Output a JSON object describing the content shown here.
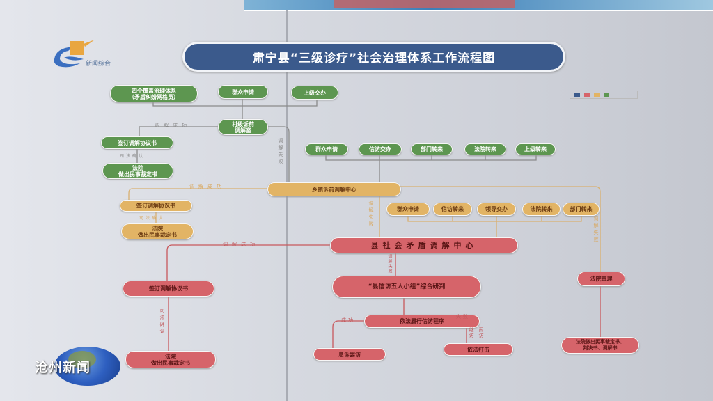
{
  "title": "肃宁县“三级诊疗”社会治理体系工作流程图",
  "channel_logo": "新闻综合",
  "program_logo": "沧州新闻",
  "colors": {
    "green": "#5d9650",
    "orange": "#e2b465",
    "red": "#d6646a",
    "title_blue": "#3b5a8c"
  },
  "village": {
    "sources": [
      "四个覆盖治理体系\n（矛盾纠纷网格员）",
      "群众申请",
      "上级交办"
    ],
    "center": "村级诉前\n调解室",
    "agreement": "签订调解协议书",
    "court": "法院\n做出民事裁定书",
    "success": "调解成功",
    "confirm": "司法确认",
    "fail": "调解失败"
  },
  "town": {
    "sources": [
      "群众申请",
      "信访交办",
      "部门转来",
      "法院转来",
      "上级转来"
    ],
    "center": "乡镇诉前调解中心",
    "agreement": "签订调解协议书",
    "court": "法院\n做出民事裁定书",
    "success": "调解成功",
    "confirm": "司法确认",
    "fail": "调解失败",
    "fail2": "调解失败"
  },
  "county": {
    "sources": [
      "群众申请",
      "信访转来",
      "领导交办",
      "法院转来",
      "部门转来"
    ],
    "center": "县社会矛盾调解中心",
    "agreement": "签订调解协议书",
    "court": "法院\n做出民事裁定书",
    "success": "调解成功",
    "confirm": "司法确认",
    "fail": "调解失败",
    "group": "“县信访五人小组”综合研判",
    "procedure": "依法履行信访程序",
    "ok": "成功",
    "bad": "失败",
    "resolved": "息诉罢访",
    "strike": "依法打击",
    "revisit": "继访",
    "disrupt": "闹访",
    "trial": "法院审理",
    "court_final": "法院做出民事裁定书、\n判决书、调解书"
  }
}
